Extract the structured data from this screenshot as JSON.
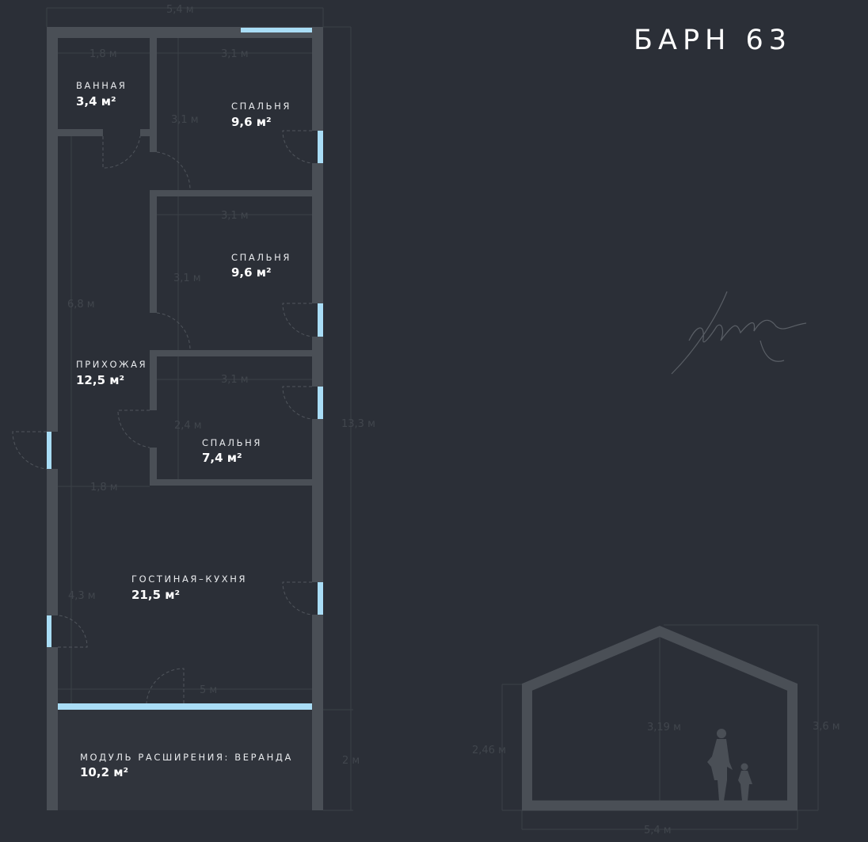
{
  "title": "БАРН 63",
  "rooms": [
    {
      "name": "ВАННАЯ",
      "area": "3,4 м²"
    },
    {
      "name": "СПАЛЬНЯ",
      "area": "9,6 м²"
    },
    {
      "name": "СПАЛЬНЯ",
      "area": "9,6 м²"
    },
    {
      "name": "ПРИХОЖАЯ",
      "area": "12,5 м²"
    },
    {
      "name": "СПАЛЬНЯ",
      "area": "7,4 м²"
    },
    {
      "name": "ГОСТИНАЯ–КУХНЯ",
      "area": "21,5 м²"
    },
    {
      "name": "МОДУЛЬ РАСШИРЕНИЯ: ВЕРАНДА",
      "area": "10,2 м²"
    }
  ],
  "plan_dims": {
    "total_width": "5,4 м",
    "bath_width": "1,8 м",
    "bed1_width": "3,1 м",
    "bed1_height": "3,1 м",
    "bed2_width": "3,1 м",
    "bed2_height": "3,1 м",
    "hall_height": "6,8 м",
    "bed3_width": "3,1 м",
    "bed3_height": "2,4 м",
    "hall_width": "1,8 м",
    "living_height": "4,3 м",
    "living_width": "5 м",
    "total_length": "13,3 м",
    "veranda_depth": "2 м"
  },
  "section_dims": {
    "wall_height": "2,46 м",
    "inner_height": "3,19 м",
    "total_height": "3,6 м",
    "width": "5,4 м"
  },
  "colors": {
    "background": "#2b2f37",
    "wall": "#4a4f56",
    "window": "#a9ddf6"
  }
}
